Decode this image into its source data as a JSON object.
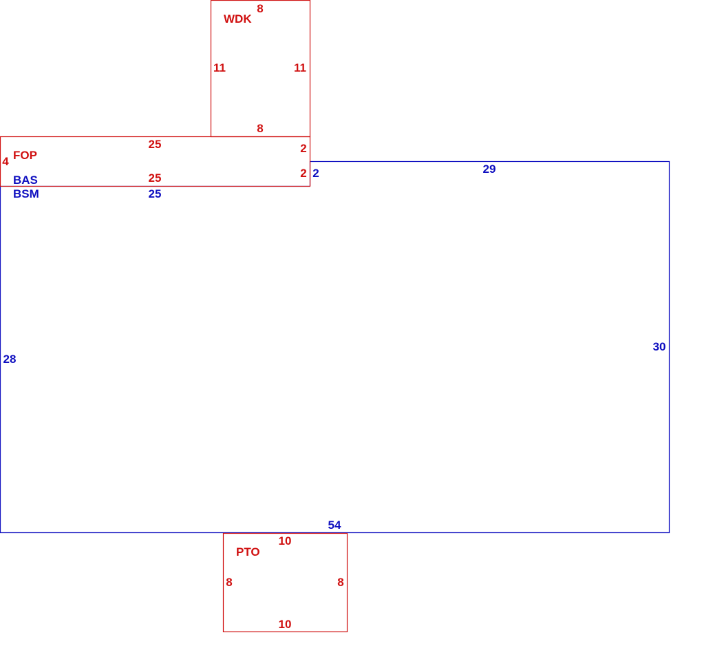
{
  "colors": {
    "main_structure": "#1010c0",
    "additions": "#d01010",
    "background": "#ffffff"
  },
  "areas": {
    "wdk": {
      "code": "WDK",
      "dimensions": {
        "top": "8",
        "left": "11",
        "right": "11",
        "bottom": "8"
      }
    },
    "fop": {
      "code": "FOP",
      "dimensions": {
        "top": "25",
        "left": "4",
        "right_upper": "2",
        "right_lower": "2",
        "bottom": "25"
      }
    },
    "bas": {
      "code": "BAS",
      "dimensions": {
        "notch": "2",
        "top": "29",
        "top_left": "25",
        "left": "28",
        "right": "30",
        "bottom": "54"
      }
    },
    "bsm": {
      "code": "BSM"
    },
    "pto": {
      "code": "PTO",
      "dimensions": {
        "top": "10",
        "left": "8",
        "right": "8",
        "bottom": "10"
      }
    }
  }
}
